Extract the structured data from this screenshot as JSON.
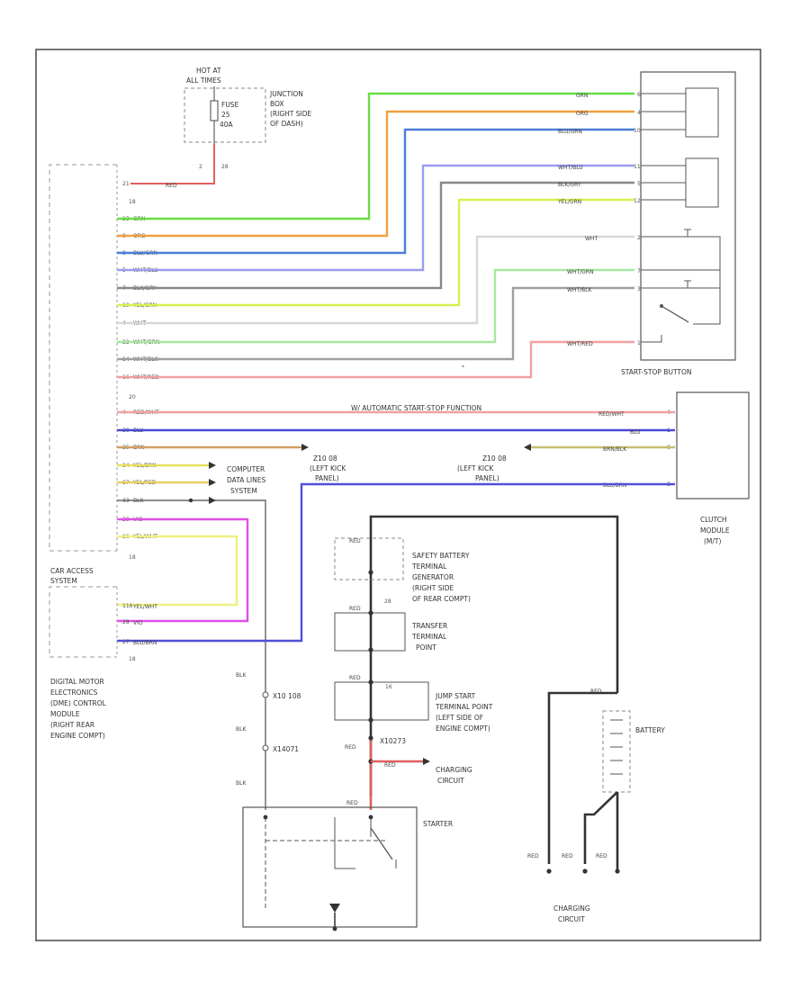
{
  "diagram": {
    "footer_code": "",
    "junction_box": {
      "hot_line1": "HOT AT",
      "hot_line2": "ALL TIMES",
      "fuse_line1": "FUSE",
      "fuse_line2": "25",
      "fuse_line3": "40A",
      "label_lines": [
        "JUNCTION",
        "BOX",
        "(RIGHT SIDE",
        "OF DASH)"
      ],
      "out_wire": "RED",
      "out_pin": "2",
      "out_ref": "28"
    },
    "car_access_system": {
      "label_lines": [
        "CAR ACCESS",
        "SYSTEM"
      ],
      "ref_top": "18",
      "ref_bottom": "18",
      "ref_mid": "20",
      "pins": [
        {
          "pin": "21",
          "color": "RED"
        },
        {
          "pin": "23",
          "color": "GRN"
        },
        {
          "pin": "9",
          "color": "ORG"
        },
        {
          "pin": "8",
          "color": "BLU/GRN"
        },
        {
          "pin": "5",
          "color": "WHT/BLU"
        },
        {
          "pin": "7",
          "color": "BLK/GRY"
        },
        {
          "pin": "19",
          "color": "YEL/GRN"
        },
        {
          "pin": "4",
          "color": "WHT"
        },
        {
          "pin": "22",
          "color": "WHT/GRN"
        },
        {
          "pin": "14",
          "color": "WHT/BLK"
        },
        {
          "pin": "16",
          "color": "WHT/RED"
        },
        {
          "pin": "4",
          "color": "RED/WHT"
        },
        {
          "pin": "30",
          "color": "BLU"
        },
        {
          "pin": "25",
          "color": "BRN"
        },
        {
          "pin": "24",
          "color": "YEL/BRN"
        },
        {
          "pin": "27",
          "color": "YEL/RED"
        },
        {
          "pin": "33",
          "color": "BLK"
        },
        {
          "pin": "29",
          "color": "VIO"
        },
        {
          "pin": "26",
          "color": "YEL/WHT"
        }
      ]
    },
    "dme": {
      "label_lines": [
        "DIGITAL MOTOR",
        "ELECTRONICS",
        "(DME) CONTROL",
        "MODULE",
        "(RIGHT REAR",
        "ENGINE COMPT)"
      ],
      "pins": [
        {
          "pin": "116",
          "color": "YEL/WHT"
        },
        {
          "pin": "28",
          "color": "VIO"
        },
        {
          "pin": "27",
          "color": "BLU/BRN"
        }
      ],
      "ref": "18"
    },
    "start_stop_button": {
      "label": "START-STOP BUTTON",
      "pins": [
        {
          "pin": "6",
          "color": "GRN"
        },
        {
          "pin": "4",
          "color": "ORG"
        },
        {
          "pin": "10",
          "color": "BLU/GRN"
        },
        {
          "pin": "11",
          "color": "WHT/BLU"
        },
        {
          "pin": "5",
          "color": "BLK/GRY"
        },
        {
          "pin": "12",
          "color": "YEL/GRN"
        },
        {
          "pin": "2",
          "color": "WHT"
        },
        {
          "pin": "7",
          "color": "WHT/GRN"
        },
        {
          "pin": "3",
          "color": "WHT/BLK"
        },
        {
          "pin": "1",
          "color": "WHT/RED"
        }
      ]
    },
    "auto_start_stop_note": "W/ AUTOMATIC START-STOP FUNCTION",
    "clutch_module": {
      "label_lines": [
        "CLUTCH",
        "MODULE",
        "(M/T)"
      ],
      "pins": [
        {
          "pin": "4",
          "color": "RED/WHT"
        },
        {
          "pin": "1",
          "color": "BLU"
        },
        {
          "pin": "6",
          "color": "BRN/BLK"
        },
        {
          "pin": "3",
          "color": "BLU/BRN"
        }
      ]
    },
    "ground_left": {
      "code": "Z10 08",
      "lines": [
        "(LEFT KICK",
        "PANEL)"
      ]
    },
    "ground_right": {
      "code": "Z10 08",
      "lines": [
        "(LEFT KICK",
        "PANEL)"
      ]
    },
    "computer_data_lines_lines": [
      "COMPUTER",
      "DATA LINES",
      "SYSTEM"
    ],
    "splice_x10": "X10 108",
    "splice_x4": "X14071",
    "splice_x3": "X10273",
    "starter_feed_colors": [
      "BLK",
      "BLK",
      "BLK"
    ],
    "safety_battery_terminal": {
      "wire": "RED",
      "ref": "28",
      "lines": [
        "SAFETY BATTERY",
        "TERMINAL",
        "GENERATOR",
        "(RIGHT SIDE",
        "OF REAR COMPT)"
      ]
    },
    "transfer_terminal": {
      "wire": "RED",
      "lines": [
        "TRANSFER",
        "TERMINAL",
        "POINT"
      ]
    },
    "jump_start": {
      "wire": "RED",
      "ref": "16",
      "lines": [
        "JUMP START",
        "TERMINAL POINT",
        "(LEFT SIDE OF",
        "ENGINE COMPT)"
      ]
    },
    "starter_red_labels": [
      "RED",
      "RED",
      "RED"
    ],
    "charging_circuit_top": [
      "CHARGING",
      "CIRCUIT"
    ],
    "starter_label": "STARTER",
    "battery": {
      "label": "BATTERY",
      "wire": "RED"
    },
    "battery_grounds": [
      "RED",
      "RED",
      "RED"
    ],
    "charging_circuit_bottom": [
      "CHARGING",
      "CIRCUIT"
    ]
  }
}
